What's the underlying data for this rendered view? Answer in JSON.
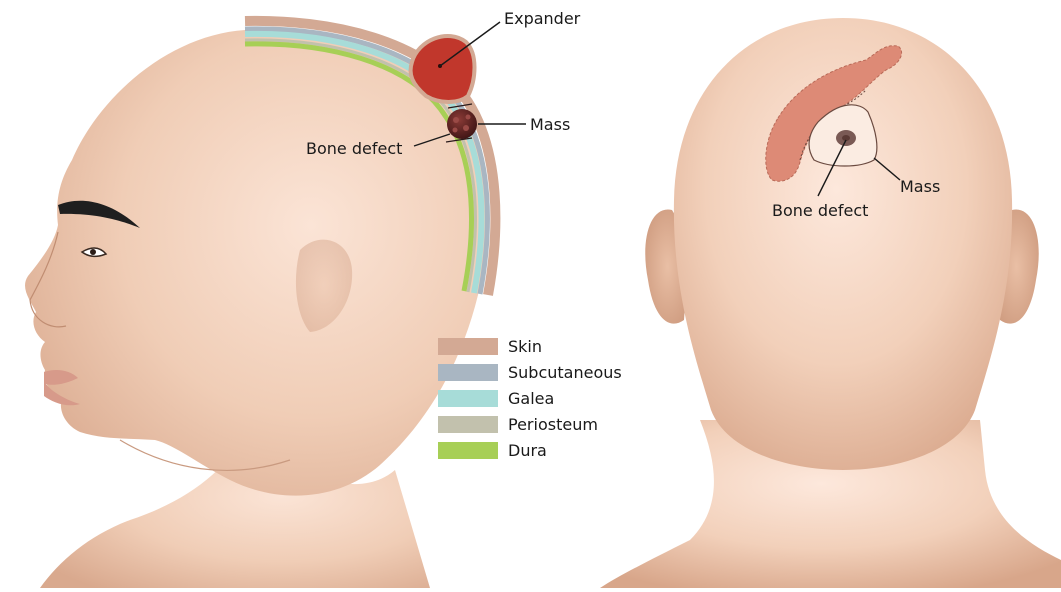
{
  "labels": {
    "expander": "Expander",
    "mass_left": "Mass",
    "bone_defect_left": "Bone defect",
    "mass_right": "Mass",
    "bone_defect_right": "Bone defect"
  },
  "legend": [
    {
      "label": "Skin",
      "color": "#d3a994"
    },
    {
      "label": "Subcutaneous",
      "color": "#a9b6c2"
    },
    {
      "label": "Galea",
      "color": "#a7dcd8"
    },
    {
      "label": "Periosteum",
      "color": "#c2c1ad"
    },
    {
      "label": "Dura",
      "color": "#a7cf56"
    }
  ],
  "colors": {
    "skin_tone": "#efcdb6",
    "expander": "#c1372c",
    "mass": "#5b1f1f",
    "flap": "#dd8a76"
  }
}
